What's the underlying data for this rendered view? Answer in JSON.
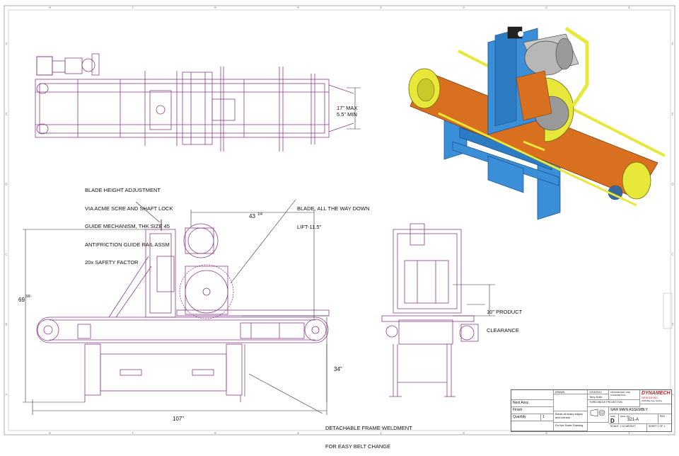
{
  "notes": {
    "guide": [
      "BLADE HEIGHT ADJUSTMENT",
      "VIA ACME SCRE AND SHAFT LOCK",
      "GUIDE MECHANISM, THK SIZE 45",
      "ANTIFRICTION GUIDE RAIL ASSM",
      "20x SAFETY FACTOR"
    ],
    "blade": [
      "BLADE, ALL THE WAY DOWN",
      "LIFT-11.5\""
    ],
    "frame": [
      "DETACHABLE FRAME WELDMENT",
      "FOR EASY BELT CHANGE"
    ],
    "clearance": [
      "10\" PRODUCT",
      "CLEARANCE"
    ]
  },
  "dimensions": {
    "width_top": [
      "17\" MAX",
      "5.5\" MIN"
    ],
    "blade_offset": "43",
    "blade_offset_frac": "1/4",
    "overall_height": "69",
    "overall_height_frac": "3/8",
    "table_height": "34\"",
    "overall_length": "107\""
  },
  "title_block": {
    "company": "DYNAMECH",
    "company_sub": "DESIGN INC",
    "address": "4795 Bay Ave. Spring.",
    "title": "SAW MAIN ASSEMBLY",
    "size": "D",
    "dwg_no": "321-A",
    "rev_label": "REV",
    "scale": "SCALE: 1:12  WEIGHT:",
    "sheet": "SHEET 1 OF 1",
    "drawn_by_label": "DRAWN",
    "drawn_by": "Tony Sullo",
    "date": "12/15/2014",
    "next_assy": "Next Assy",
    "finish": "Finish",
    "quantity": "Quantity",
    "quantity_val": "1",
    "break_edges": "Break all sharp edges and corners",
    "dont_scale": "Do Not Scale Drawing",
    "third_angle": "THIRD ANGLE PROJECTION",
    "size_label": "SIZE",
    "dwg_label": "DWG. NO.",
    "proprietary": "PROPRIETARY AND CONFIDENTIAL"
  },
  "border": {
    "columns": [
      "8",
      "7",
      "6",
      "5",
      "4",
      "3",
      "2",
      "1"
    ],
    "rows": [
      "F",
      "E",
      "D",
      "C",
      "B",
      "A"
    ]
  },
  "colors": {
    "line": "#8a3d8a",
    "frame_blue": "#3b8fd9",
    "belt_orange": "#d9701f",
    "guard_yellow": "#e8e83a"
  }
}
